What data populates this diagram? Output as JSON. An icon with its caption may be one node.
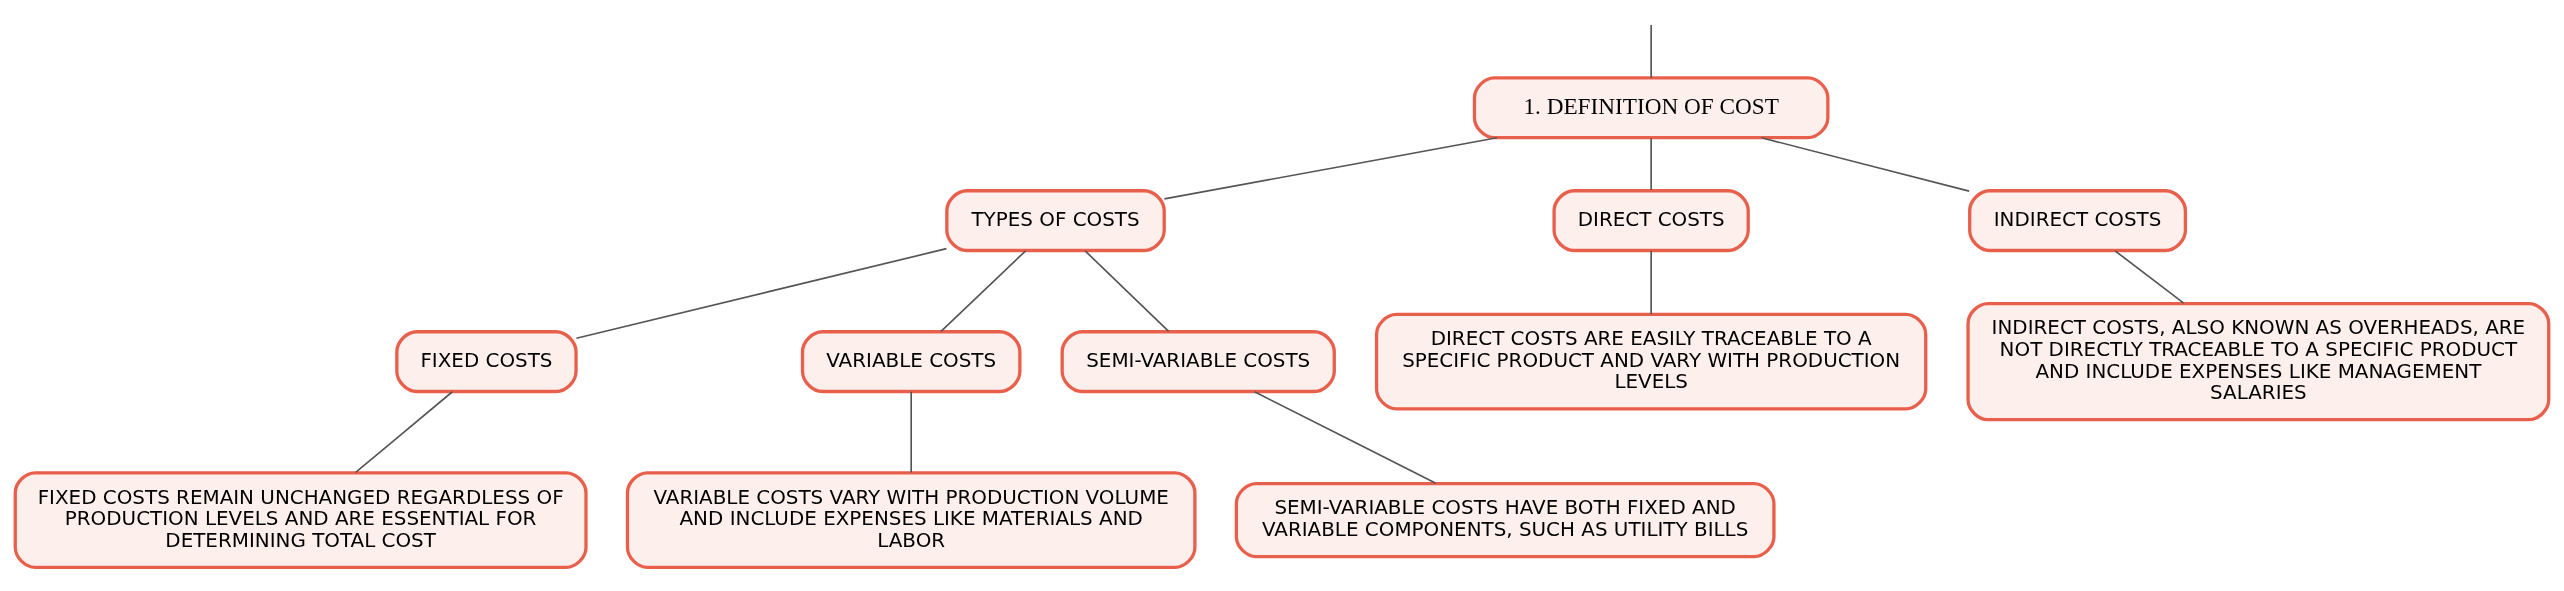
{
  "diagram": {
    "nodes": [
      {
        "text": [
          "1. DEFINITION OF COST"
        ]
      },
      {
        "text": [
          "TYPES OF COSTS"
        ]
      },
      {
        "text": [
          "DIRECT COSTS"
        ]
      },
      {
        "text": [
          "INDIRECT COSTS"
        ]
      },
      {
        "text": [
          "FIXED COSTS"
        ]
      },
      {
        "text": [
          "VARIABLE COSTS"
        ]
      },
      {
        "text": [
          "SEMI-VARIABLE COSTS"
        ]
      },
      {
        "text": [
          "DIRECT COSTS ARE EASILY TRACEABLE TO A SPECIFIC PRODUCT AND VARY WITH PRODUCTION LEVELS"
        ]
      },
      {
        "text": [
          "INDIRECT COSTS, ALSO KNOWN AS OVERHEADS, ARE NOT DIRECTLY TRACEABLE TO A SPECIFIC PRODUCT AND INCLUDE EXPENSES LIKE MANAGEMENT SALARIES"
        ]
      },
      {
        "text": [
          "FIXED COSTS REMAIN UNCHANGED REGARDLESS OF PRODUCTION LEVELS AND ARE ESSENTIAL FOR DETERMINING TOTAL COST"
        ]
      },
      {
        "text": [
          "VARIABLE COSTS VARY WITH PRODUCTION VOLUME AND INCLUDE EXPENSES LIKE MATERIALS AND LABOR"
        ]
      },
      {
        "text": [
          "SEMI-VARIABLE COSTS HAVE BOTH FIXED AND VARIABLE COMPONENTS, SUCH AS UTILITY BILLS"
        ]
      }
    ],
    "edges": [
      {
        "from": null,
        "to": 0,
        "arrow": "none"
      },
      {
        "from": 0,
        "to": 1,
        "arrow": "none"
      },
      {
        "from": 0,
        "to": 2,
        "arrow": "none"
      },
      {
        "from": 0,
        "to": 3,
        "arrow": "none"
      },
      {
        "from": 1,
        "to": 4,
        "arrow": "none"
      },
      {
        "from": 1,
        "to": 5,
        "arrow": "none"
      },
      {
        "from": 1,
        "to": 6,
        "arrow": "none"
      },
      {
        "from": 2,
        "to": 7,
        "arrow": "none"
      },
      {
        "from": 3,
        "to": 8,
        "arrow": "none"
      },
      {
        "from": 4,
        "to": 9,
        "arrow": "none"
      },
      {
        "from": 5,
        "to": 10,
        "arrow": "none"
      },
      {
        "from": 6,
        "to": 11,
        "arrow": "none"
      }
    ]
  }
}
